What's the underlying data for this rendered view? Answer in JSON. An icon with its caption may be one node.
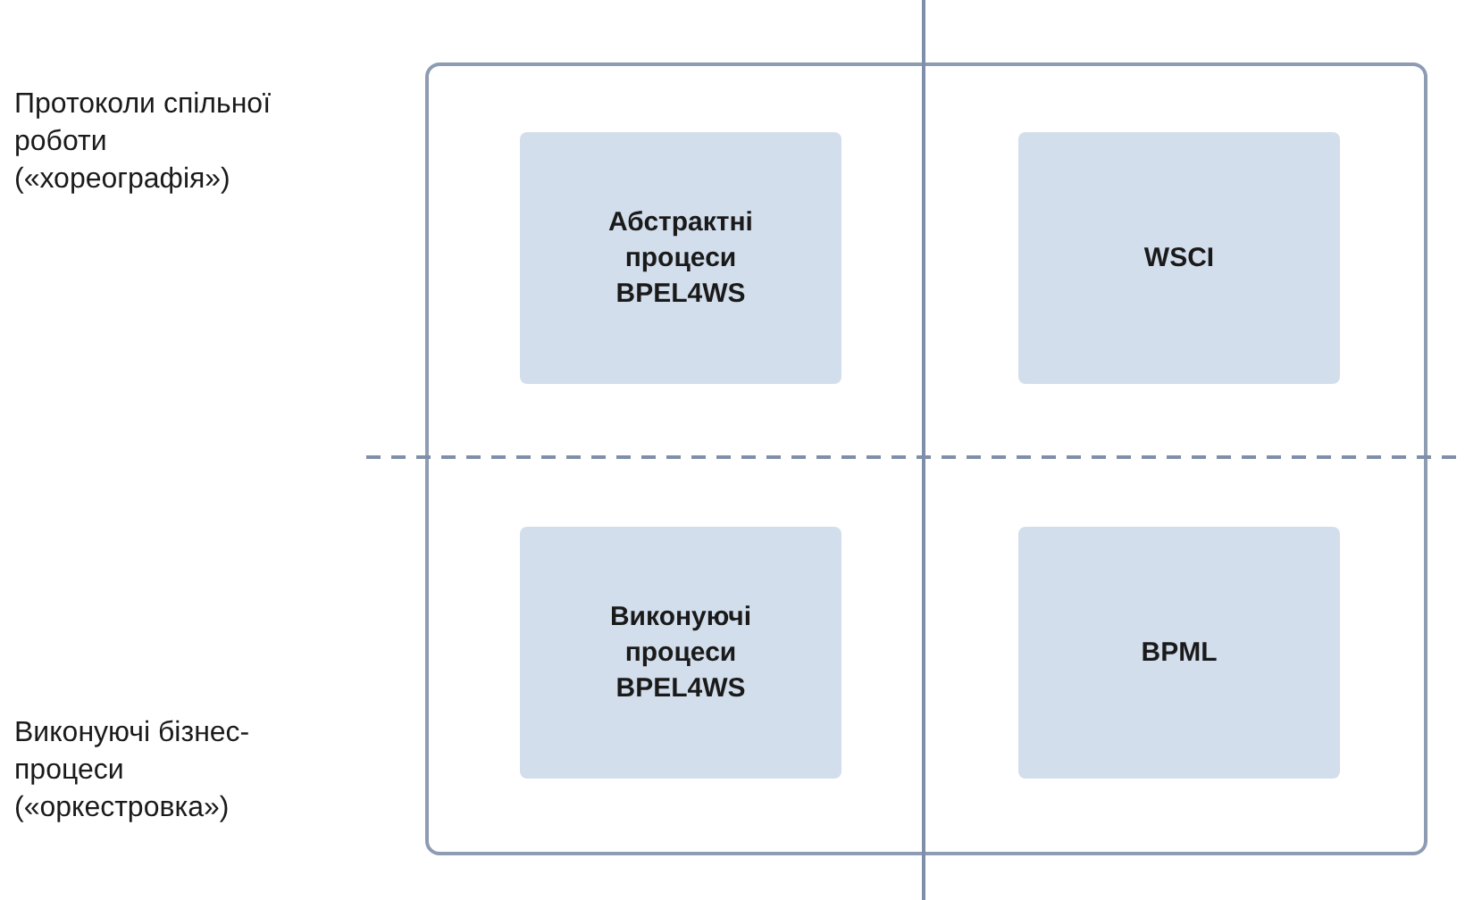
{
  "diagram": {
    "nodes": [
      {
        "text": [],
        "shape": "box"
      },
      {
        "text": [
          "Абстрактні процеси BPEL4WS"
        ],
        "in": 0
      },
      {
        "text": [
          "WSCI"
        ],
        "in": 0
      },
      {
        "text": [
          "Виконуючі процеси BPEL4WS"
        ],
        "in": 0
      },
      {
        "text": [
          "BPML"
        ],
        "in": 0
      }
    ],
    "edges": [],
    "labels": [
      "Протоколи спільної роботи («хореографія»)",
      "Виконуючі бізнес-процеси («оркестровка»)"
    ]
  }
}
